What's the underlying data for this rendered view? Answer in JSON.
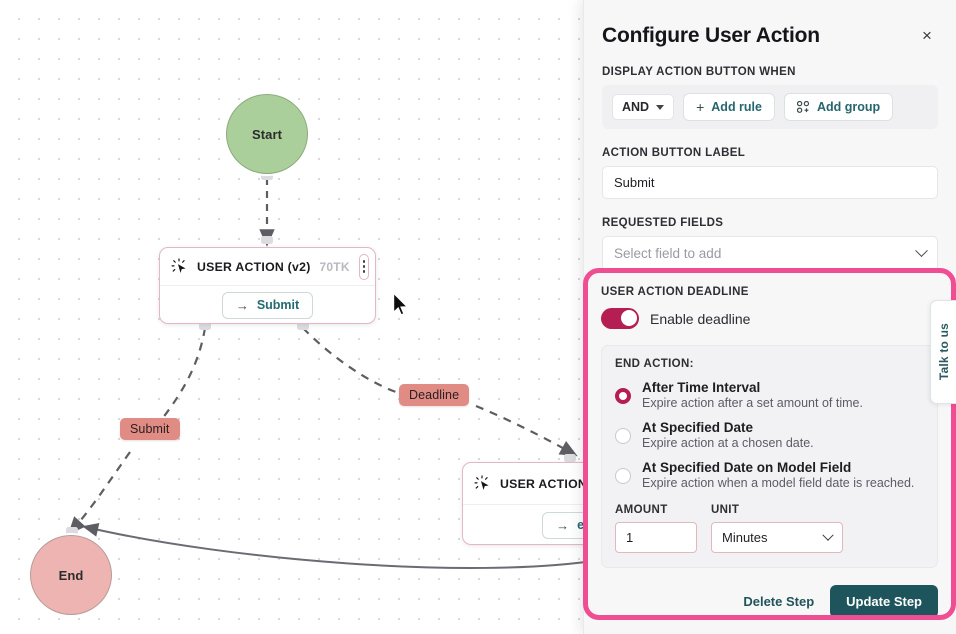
{
  "canvas": {
    "nodes": {
      "start": {
        "label": "Start"
      },
      "end": {
        "label": "End"
      },
      "action1": {
        "title": "USER ACTION (v2)",
        "tokens": "70TK",
        "button": "Submit",
        "arrow": "→"
      },
      "action2": {
        "title": "USER ACTION (",
        "tokens": "",
        "button": "esc",
        "arrow": "→"
      }
    },
    "edge_labels": {
      "submit": "Submit",
      "deadline": "Deadline"
    }
  },
  "panel": {
    "title": "Configure User Action",
    "close_icon": "×",
    "display_when": {
      "label": "DISPLAY ACTION BUTTON WHEN",
      "operator": "AND",
      "add_rule": "Add rule",
      "add_rule_plus": "+",
      "add_group": "Add group"
    },
    "action_button_label": {
      "label": "ACTION BUTTON LABEL",
      "value": "Submit"
    },
    "requested_fields": {
      "label": "REQUESTED FIELDS",
      "placeholder": "Select field to add"
    },
    "deadline": {
      "section_label": "USER ACTION DEADLINE",
      "toggle_label": "Enable deadline",
      "toggle_on": true,
      "end_action_label": "END ACTION:",
      "options": [
        {
          "title": "After Time Interval",
          "desc": "Expire action after a set amount of time.",
          "selected": true
        },
        {
          "title": "At Specified Date",
          "desc": "Expire action at a chosen date.",
          "selected": false
        },
        {
          "title": "At Specified Date on Model Field",
          "desc": "Expire action when a model field date is reached.",
          "selected": false
        }
      ],
      "amount_label": "AMOUNT",
      "amount_value": "1",
      "unit_label": "UNIT",
      "unit_value": "Minutes"
    },
    "footer": {
      "delete": "Delete Step",
      "update": "Update Step"
    }
  },
  "talk_tab": {
    "label": "Talk to us"
  },
  "colors": {
    "highlight_pink": "#ef4e93",
    "toggle_crimson": "#b51e53",
    "primary_teal": "#1e555d",
    "start_green": "#abcf9b",
    "end_rose": "#eeb4b2",
    "edge_label_salmon": "#e08c85"
  }
}
